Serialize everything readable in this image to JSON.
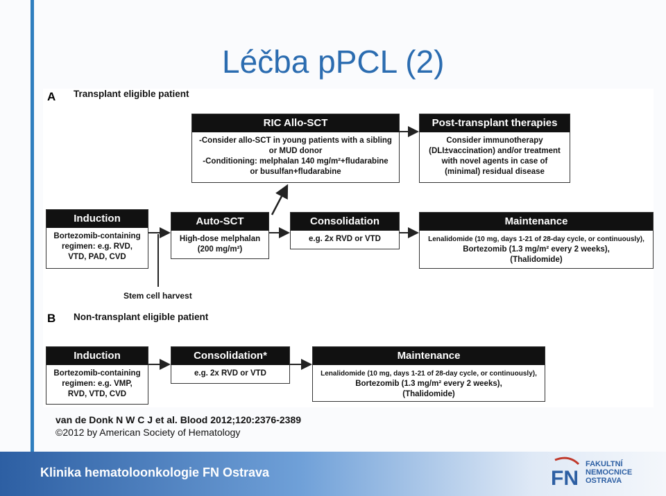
{
  "slide": {
    "title": "Léčba pPCL (2)",
    "citation": "van de Donk N W C J et al. Blood 2012;120:2376-2389",
    "copyright": "©2012 by American Society of Hematology",
    "footer": "Klinika hematoloonkologie FN Ostrava",
    "logo": {
      "mark": "FN",
      "lines": [
        "FAKULTNÍ",
        "NEMOCNICE",
        "OSTRAVA"
      ]
    }
  },
  "panelA": {
    "letter": "A",
    "heading": "Transplant eligible patient",
    "boxes": {
      "ric": {
        "title": "RIC Allo-SCT",
        "lines": [
          "-Consider allo-SCT in young patients with a sibling",
          "or MUD donor",
          "-Conditioning: melphalan 140 mg/m²+fludarabine",
          "or busulfan+fludarabine"
        ]
      },
      "post": {
        "title": "Post-transplant therapies",
        "lines": [
          "Consider immunotherapy",
          "(DLI±vaccination) and/or treatment",
          "with novel agents in case of",
          "(minimal) residual disease"
        ]
      },
      "induction": {
        "title": "Induction",
        "lines": [
          "Bortezomib-containing",
          "regimen: e.g. RVD,",
          "VTD, PAD, CVD"
        ]
      },
      "autosct": {
        "title": "Auto-SCT",
        "lines": [
          "High-dose melphalan",
          "(200 mg/m²)"
        ]
      },
      "consolidation": {
        "title": "Consolidation",
        "lines": [
          "e.g. 2x RVD or VTD"
        ]
      },
      "maintenance": {
        "title": "Maintenance",
        "lines": [
          "Lenalidomide (10 mg, days 1-21 of 28-day cycle, or continuously),",
          "Bortezomib (1.3 mg/m² every 2 weeks),",
          "(Thalidomide)"
        ]
      }
    },
    "stem_cell_label": "Stem cell harvest"
  },
  "panelB": {
    "letter": "B",
    "heading": "Non-transplant eligible patient",
    "boxes": {
      "induction": {
        "title": "Induction",
        "lines": [
          "Bortezomib-containing",
          "regimen: e.g. VMP,",
          "RVD, VTD, CVD"
        ]
      },
      "consolidation": {
        "title": "Consolidation*",
        "lines": [
          "e.g. 2x RVD or VTD"
        ]
      },
      "maintenance": {
        "title": "Maintenance",
        "lines": [
          "Lenalidomide (10 mg, days 1-21 of 28-day cycle, or continuously),",
          "Bortezomib (1.3 mg/m² every 2 weeks),",
          "(Thalidomide)"
        ]
      }
    }
  }
}
